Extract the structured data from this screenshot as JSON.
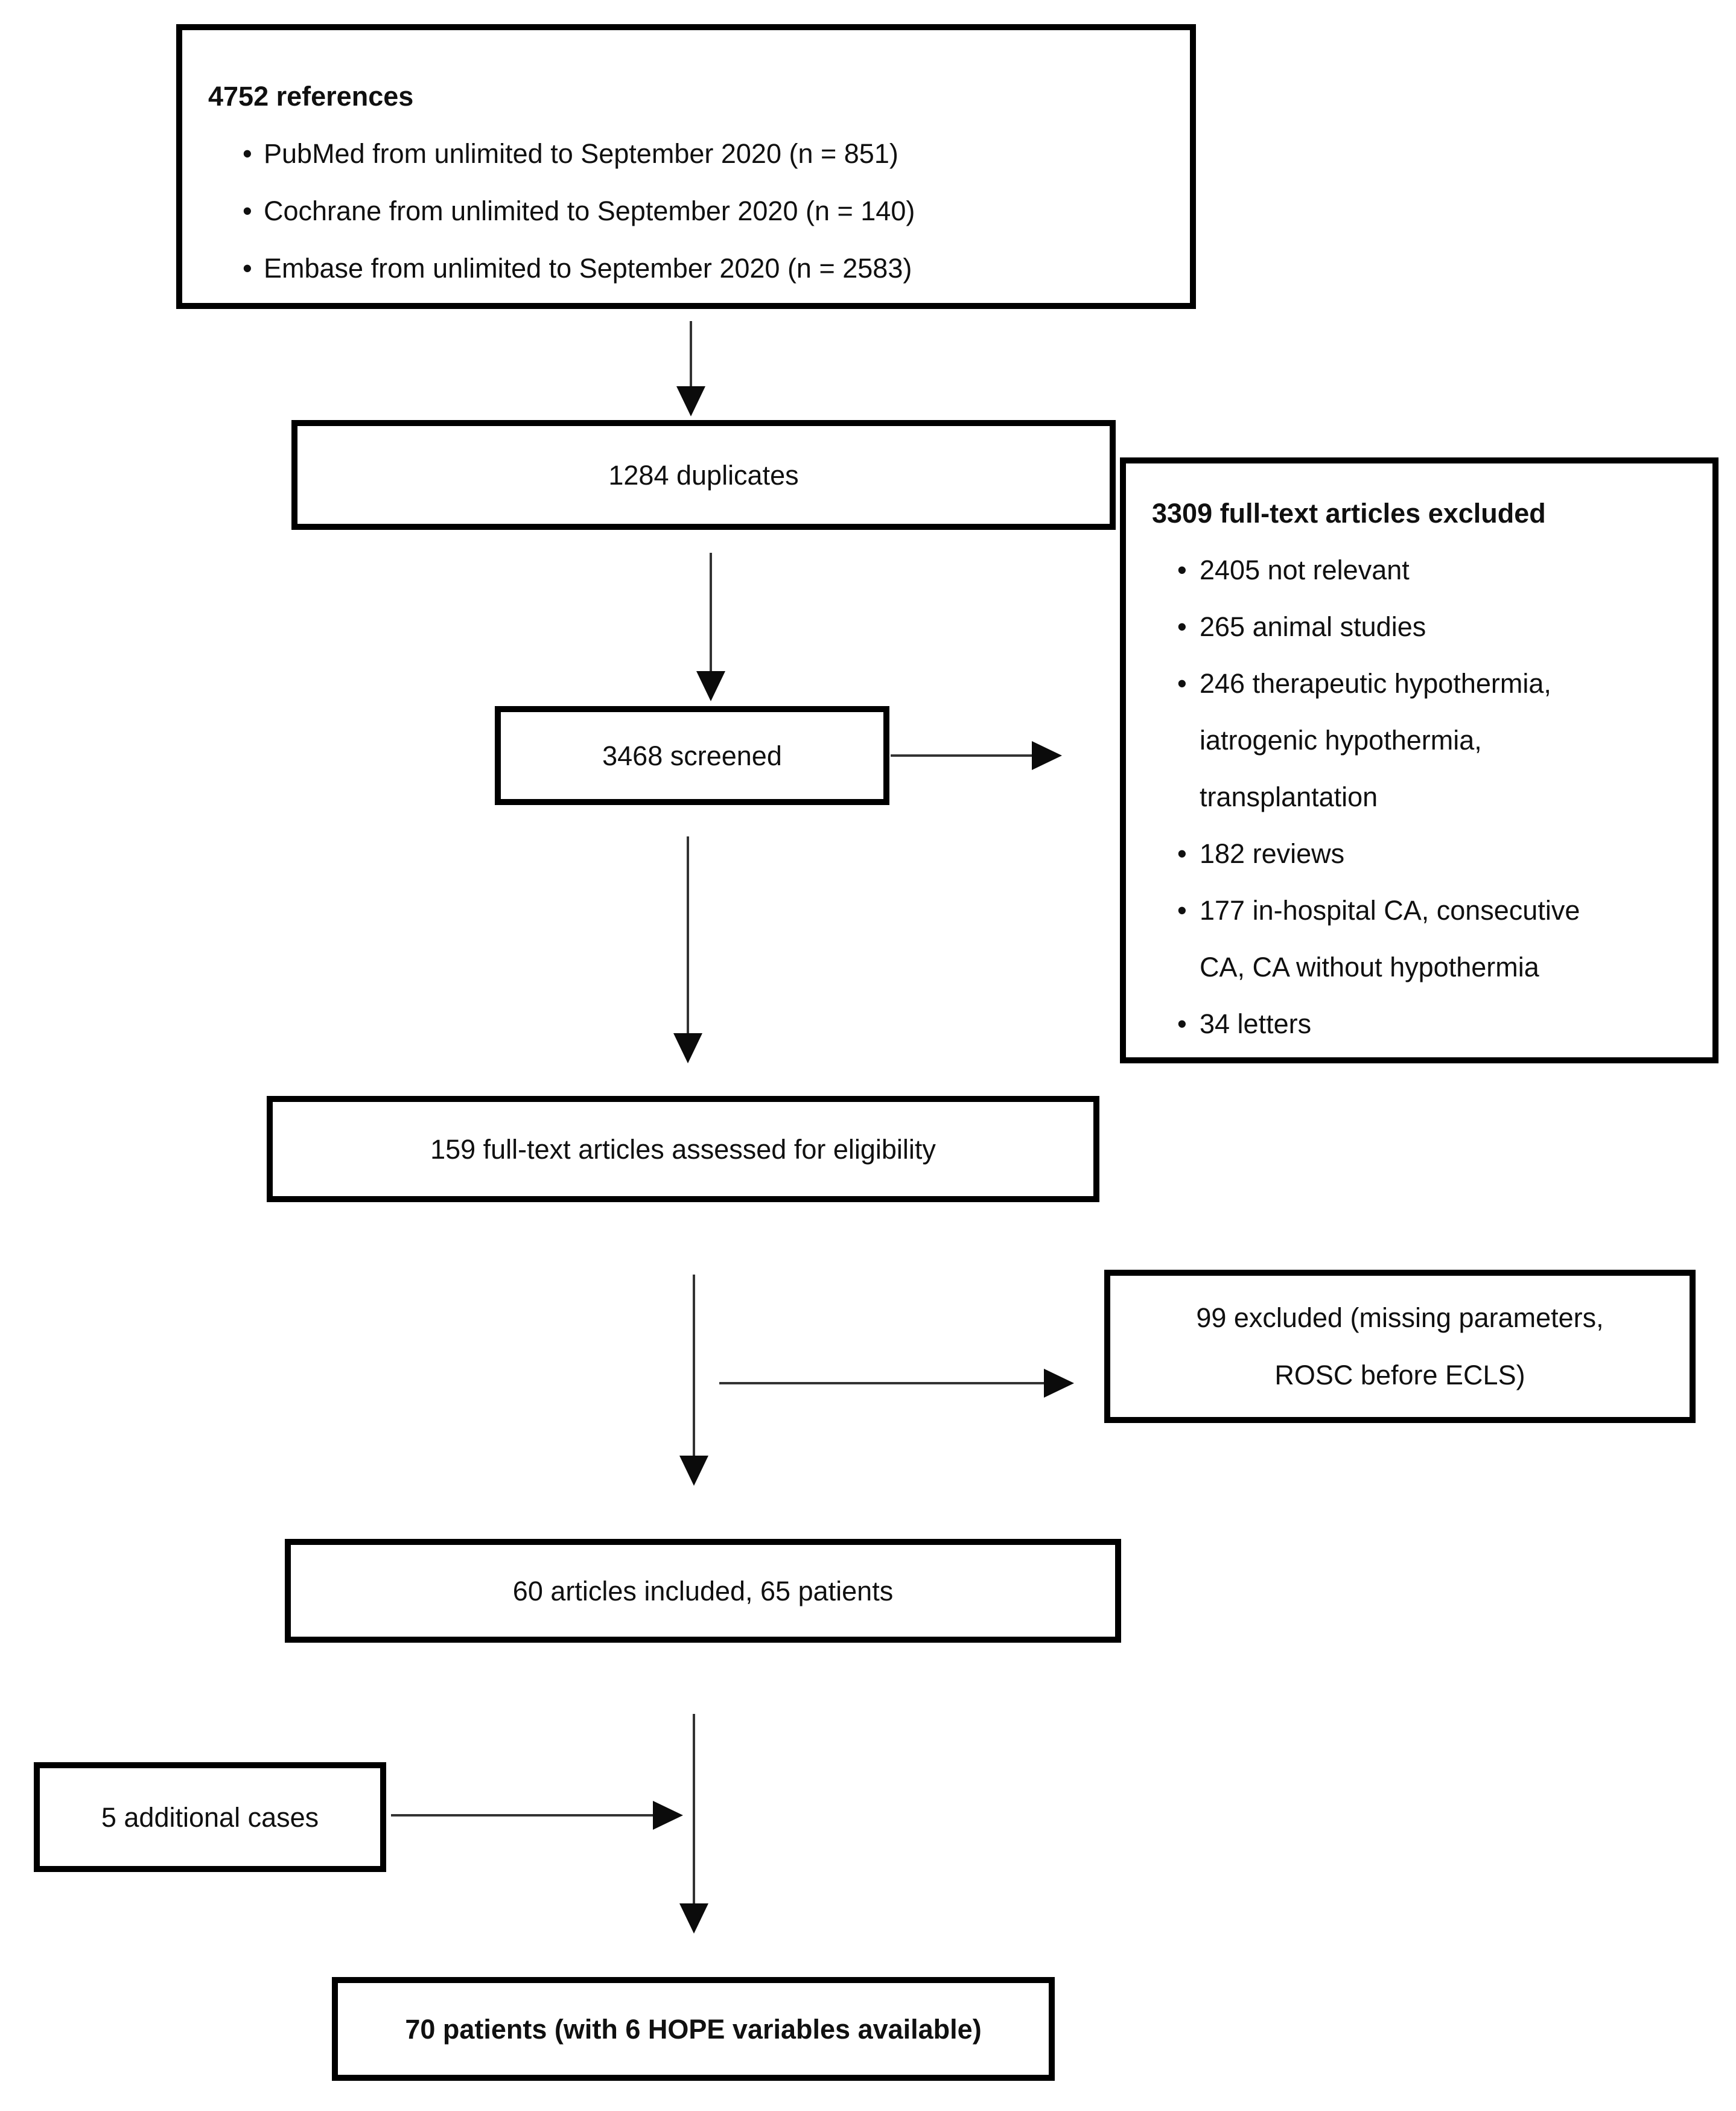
{
  "figure": {
    "references_box": {
      "title": "4752 references",
      "bullets": [
        "PubMed from unlimited to September 2020 (n = 851)",
        "Cochrane from unlimited to September 2020 (n = 140)",
        "Embase from unlimited to September 2020 (n = 2583)"
      ]
    },
    "duplicates_box": {
      "label": "1284 duplicates"
    },
    "screened_box": {
      "label": "3468 screened"
    },
    "fulltext_excluded_box": {
      "title": "3309 full-text articles excluded",
      "bullets": [
        "2405 not relevant",
        "265 animal studies",
        "246 therapeutic hypothermia, iatrogenic hypothermia, transplantation",
        "182 reviews",
        "177 in-hospital CA, consecutive CA, CA without hypothermia",
        "34 letters"
      ]
    },
    "eligibility_box": {
      "label": "159 full-text articles assessed for eligibility"
    },
    "excluded99_box": {
      "lines": [
        "99 excluded (missing parameters,",
        "ROSC before ECLS)"
      ]
    },
    "included_box": {
      "label": "60 articles included, 65 patients"
    },
    "additional_cases_box": {
      "label": "5 additional cases"
    },
    "final_box": {
      "label": "70 patients (with 6 HOPE variables available)"
    },
    "colors": {
      "background": "#ffffff",
      "box_border": "#000000",
      "text": "#101010",
      "arrow_line": "#333333",
      "arrow_head": "#0b0b0b"
    }
  }
}
